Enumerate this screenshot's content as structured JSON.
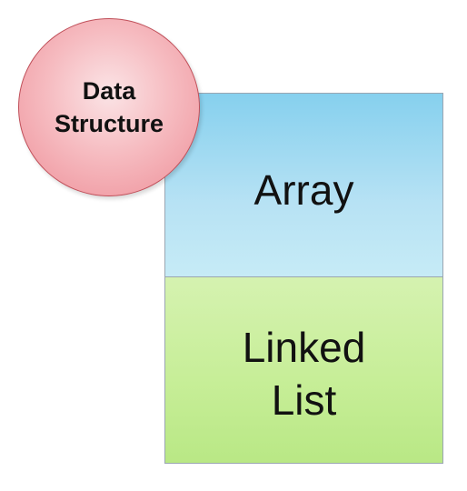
{
  "circle": {
    "line1": "Data",
    "line2": "Structure",
    "fill_color": "#f4a9b0",
    "border_color": "#c0505a"
  },
  "boxes": {
    "array": {
      "label": "Array",
      "fill_color": "#9ad8f1"
    },
    "linked_list": {
      "line1": "Linked",
      "line2": "List",
      "fill_color": "#c7ee98"
    }
  }
}
